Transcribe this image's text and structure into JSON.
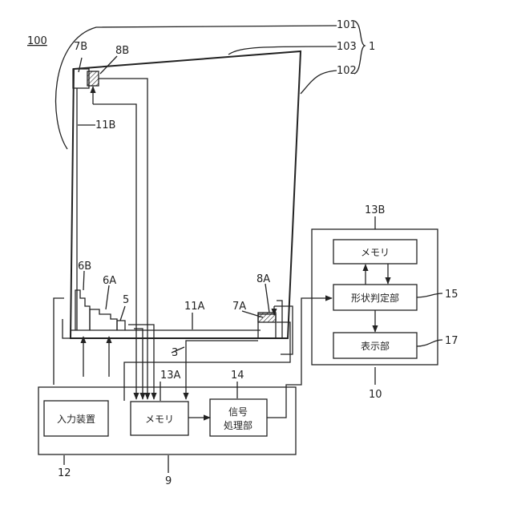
{
  "labels": {
    "system": "100",
    "glass": "1",
    "outer_edge": "101",
    "top_edge": "103",
    "right_edge": "102",
    "corner_b": "7B",
    "sensor_b": "8B",
    "rail_b": "11B",
    "step_6b": "6B",
    "step_6a": "6A",
    "step_5": "5",
    "rail_a": "11A",
    "corner_a": "7A",
    "sensor_a": "8A",
    "base": "3",
    "controller": "9",
    "input_ref": "12",
    "memory_a_ref": "13A",
    "signal_ref": "14",
    "unit": "10",
    "memory_b_ref": "13B",
    "judge_ref": "15",
    "display_ref": "17"
  },
  "boxes": {
    "input_device": "入力装置",
    "memory_a": "メモリ",
    "signal_line1": "信号",
    "signal_line2": "処理部",
    "memory_b": "メモリ",
    "shape_judge": "形状判定部",
    "display": "表示部"
  }
}
